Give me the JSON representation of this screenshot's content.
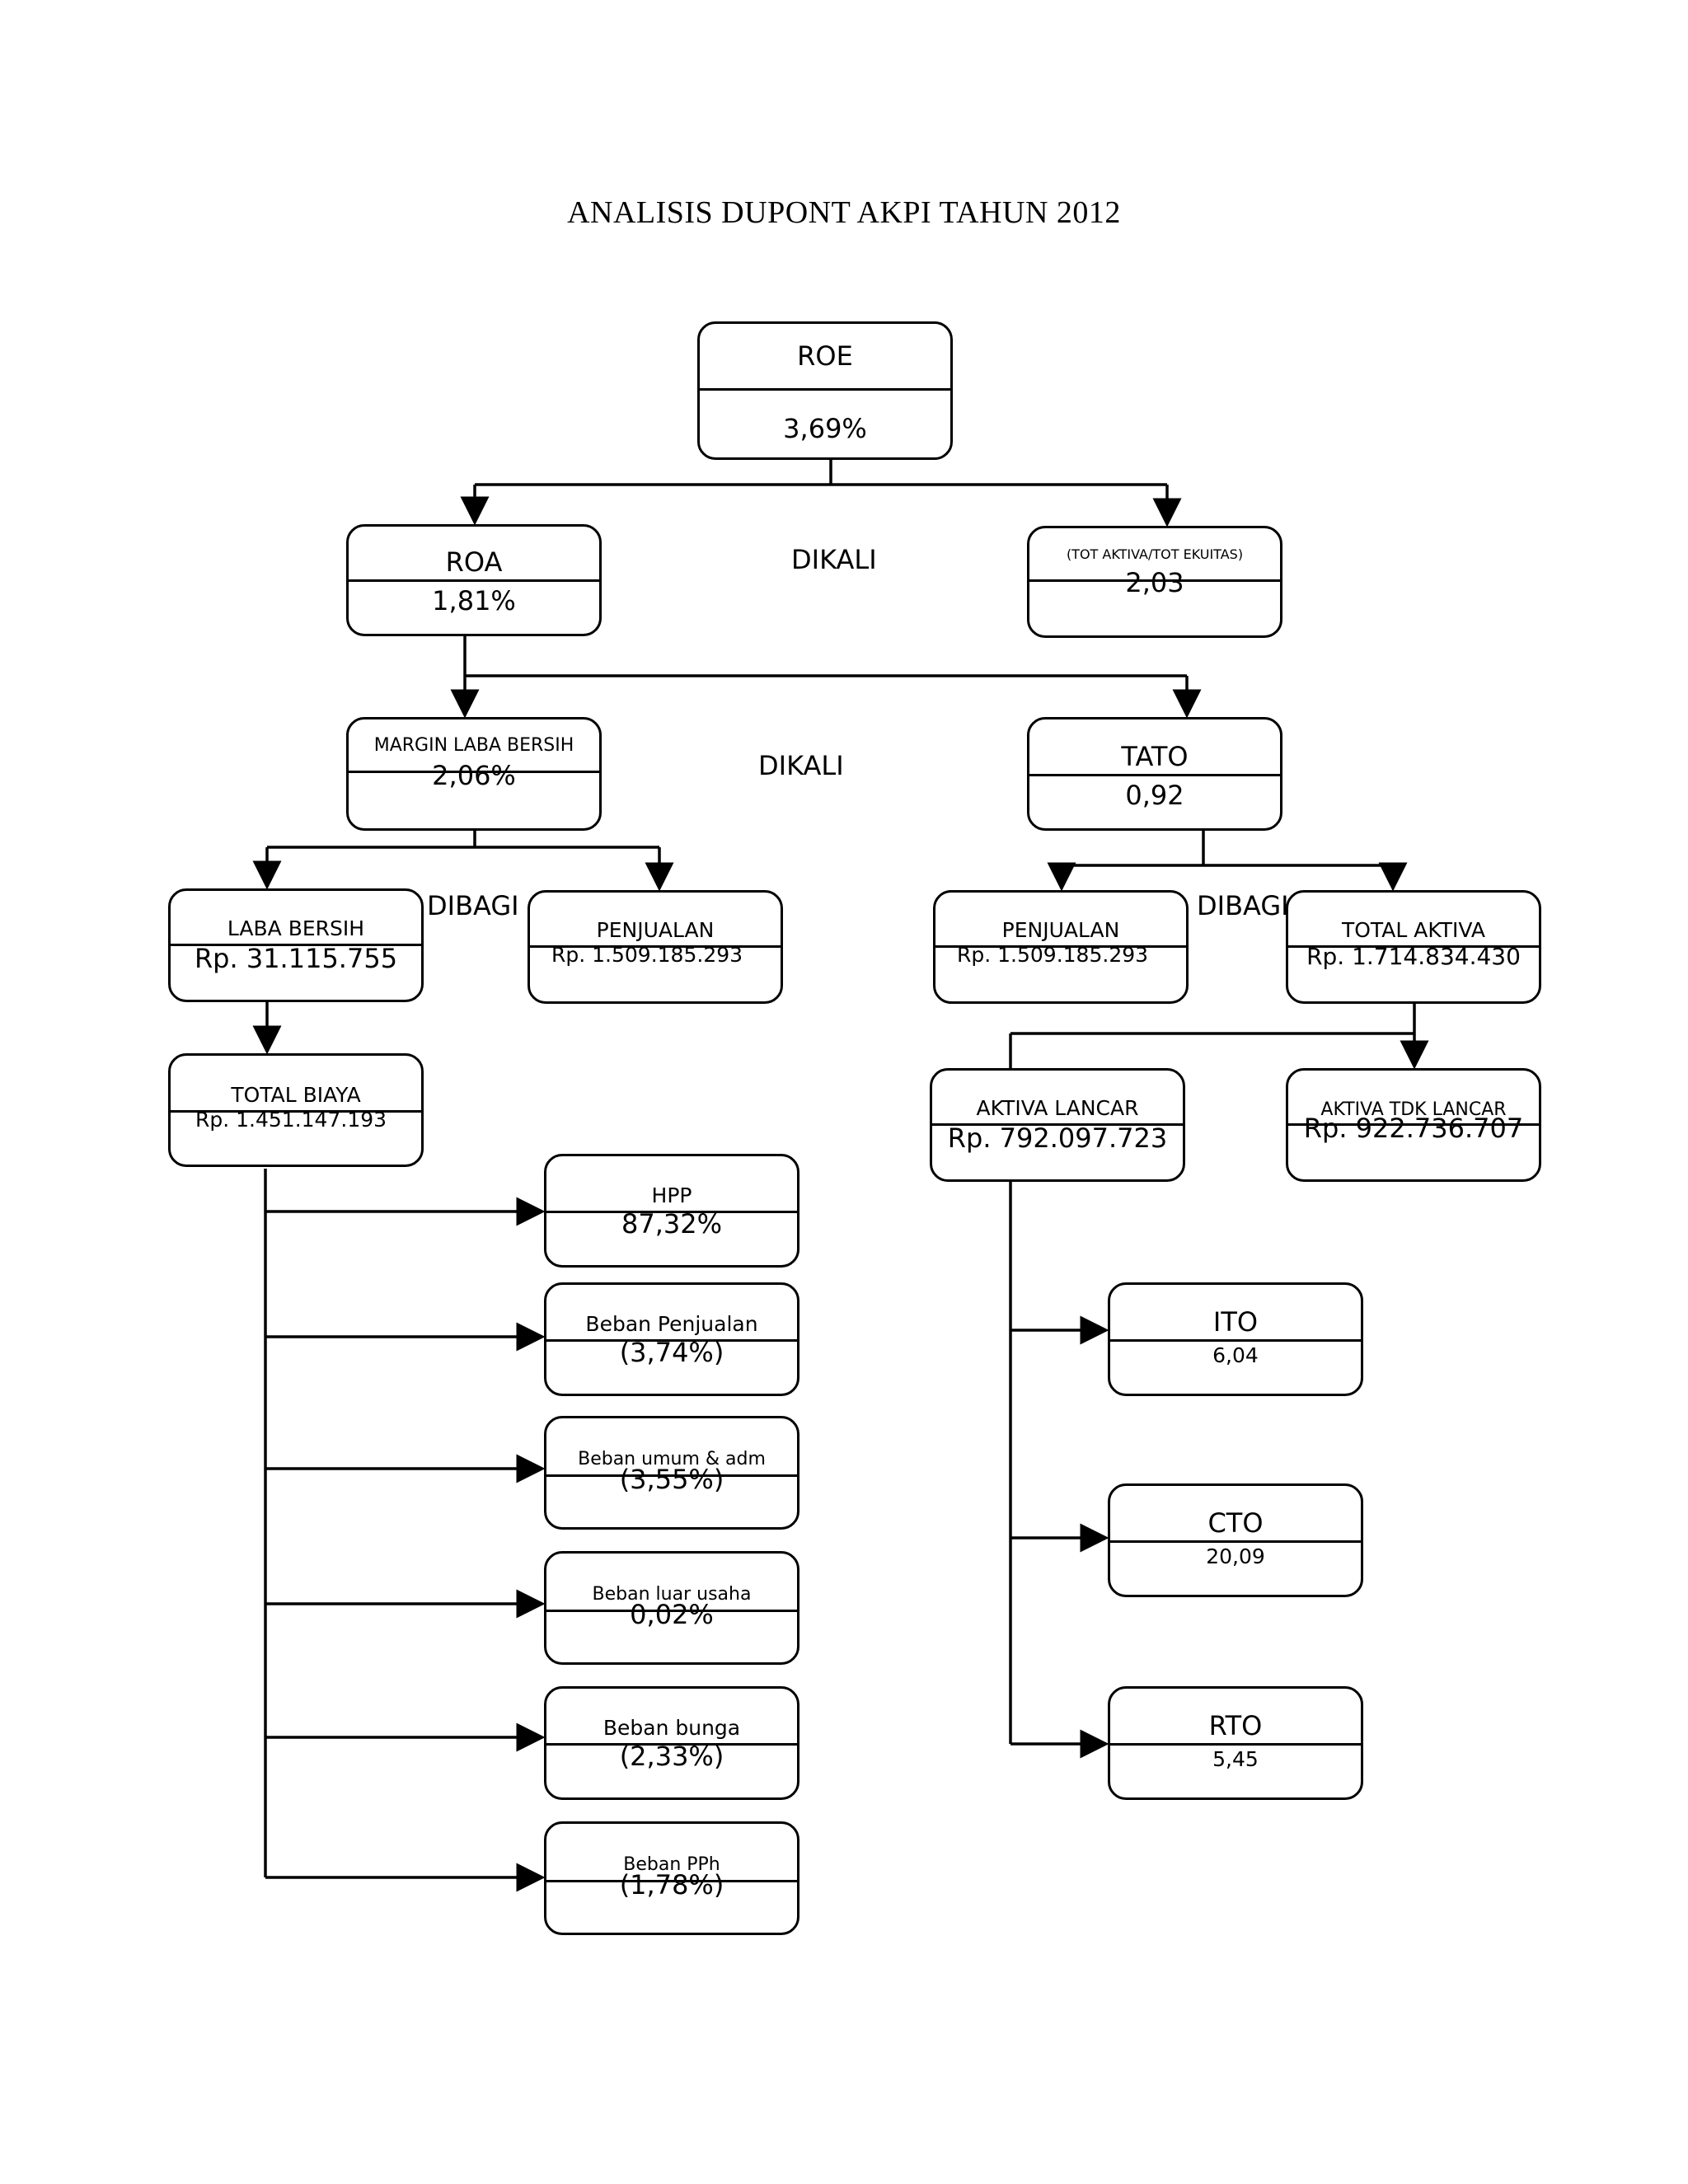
{
  "title": "ANALISIS DUPONT AKPI TAHUN 2012",
  "operators": {
    "dikali_1": "DIKALI",
    "dikali_2": "DIKALI",
    "dibagi_1": "DIBAGI",
    "dibagi_2": "DIBAGI"
  },
  "boxes": {
    "roe": {
      "label": "ROE",
      "value": "3,69%"
    },
    "roa": {
      "label": "ROA",
      "value": "1,81%"
    },
    "equity_multiplier": {
      "label": "(TOT AKTIVA/TOT EKUITAS)",
      "value": "2,03"
    },
    "margin": {
      "label": "MARGIN LABA BERSIH",
      "value": "2,06%"
    },
    "tato": {
      "label": "TATO",
      "value": "0,92"
    },
    "laba_bersih": {
      "label": "LABA BERSIH",
      "value": "Rp. 31.115.755"
    },
    "penjualan_left": {
      "label": "PENJUALAN",
      "value": "Rp. 1.509.185.293"
    },
    "penjualan_right": {
      "label": "PENJUALAN",
      "value": "Rp. 1.509.185.293"
    },
    "total_aktiva": {
      "label": "TOTAL AKTIVA",
      "value": "Rp. 1.714.834.430"
    },
    "total_biaya": {
      "label": "TOTAL BIAYA",
      "value": "Rp. 1.451.147.193"
    },
    "aktiva_lancar": {
      "label": "AKTIVA LANCAR",
      "value": "Rp. 792.097.723"
    },
    "aktiva_tdk_lancar": {
      "label": "AKTIVA TDK LANCAR",
      "value": "Rp. 922.736.707"
    },
    "hpp": {
      "label": "HPP",
      "value": "87,32%"
    },
    "beban_penjualan": {
      "label": "Beban Penjualan",
      "value": "(3,74%)"
    },
    "beban_umum": {
      "label": "Beban umum & adm",
      "value": "(3,55%)"
    },
    "beban_luar": {
      "label": "Beban luar usaha",
      "value": "0,02%"
    },
    "beban_bunga": {
      "label": "Beban bunga",
      "value": "(2,33%)"
    },
    "beban_pph": {
      "label": "Beban PPh",
      "value": "(1,78%)"
    },
    "ito": {
      "label": "ITO",
      "value": "6,04"
    },
    "cto": {
      "label": "CTO",
      "value": "20,09"
    },
    "rto": {
      "label": "RTO",
      "value": "5,45"
    }
  },
  "colors": {
    "line": "#000000",
    "background": "#ffffff"
  }
}
